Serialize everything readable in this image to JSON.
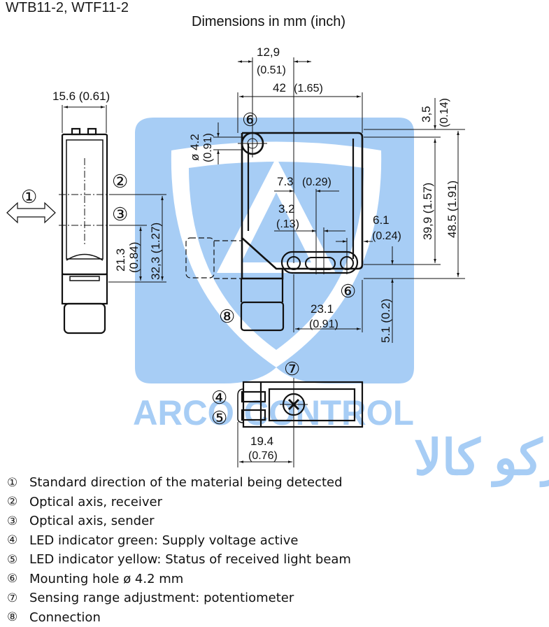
{
  "header": {
    "product": "WTB11-2, WTF11-2",
    "subtitle": "Dimensions in mm (inch)"
  },
  "watermark": {
    "latin": "ARCO CONTROL",
    "persian": "آرکو کالا",
    "color": "#a7cdf5"
  },
  "dimensions": {
    "side_width": "15.6 (0.61)",
    "side_axis_offset": "21.3",
    "side_axis_offset_in": "(0.84)",
    "side_total_axis": "32,3 (1.27)",
    "top_hole_offset": "12,9",
    "top_hole_offset_in": "(0.51)",
    "total_width": "42",
    "total_width_in": "(1.65)",
    "hole_dia": "ø 4.2",
    "hole_dia_in": "(0.91)",
    "top_gap": "3,5",
    "top_gap_in": "(0.14)",
    "height_a": "39,9 (1.57)",
    "height_b": "48.5 (1.91)",
    "slot_offset": "7.3",
    "slot_offset_in": "(0.29)",
    "slot_width": "3.2",
    "slot_width_in": "(.13)",
    "right_offset": "6.1",
    "right_offset_in": "(0.24)",
    "bottom_gap": "5.1 (0.2)",
    "hole_spacing": "23.1",
    "hole_spacing_in": "(0.91)",
    "front_depth": "19.4",
    "front_depth_in": "(0.76)"
  },
  "callouts": {
    "c1": "①",
    "c2": "②",
    "c3": "③",
    "c4": "④",
    "c5": "⑤",
    "c6": "⑥",
    "c7": "⑦",
    "c8": "⑧"
  },
  "legend": [
    {
      "num": "①",
      "text": "Standard direction of the material being detected"
    },
    {
      "num": "②",
      "text": "Optical axis, receiver"
    },
    {
      "num": "③",
      "text": "Optical axis, sender"
    },
    {
      "num": "④",
      "text": "LED indicator green: Supply voltage active"
    },
    {
      "num": "⑤",
      "text": "LED indicator yellow: Status of received light beam"
    },
    {
      "num": "⑥",
      "text": "Mounting hole ø 4.2 mm"
    },
    {
      "num": "⑦",
      "text": "Sensing range adjustment: potentiometer"
    },
    {
      "num": "⑧",
      "text": "Connection"
    }
  ]
}
